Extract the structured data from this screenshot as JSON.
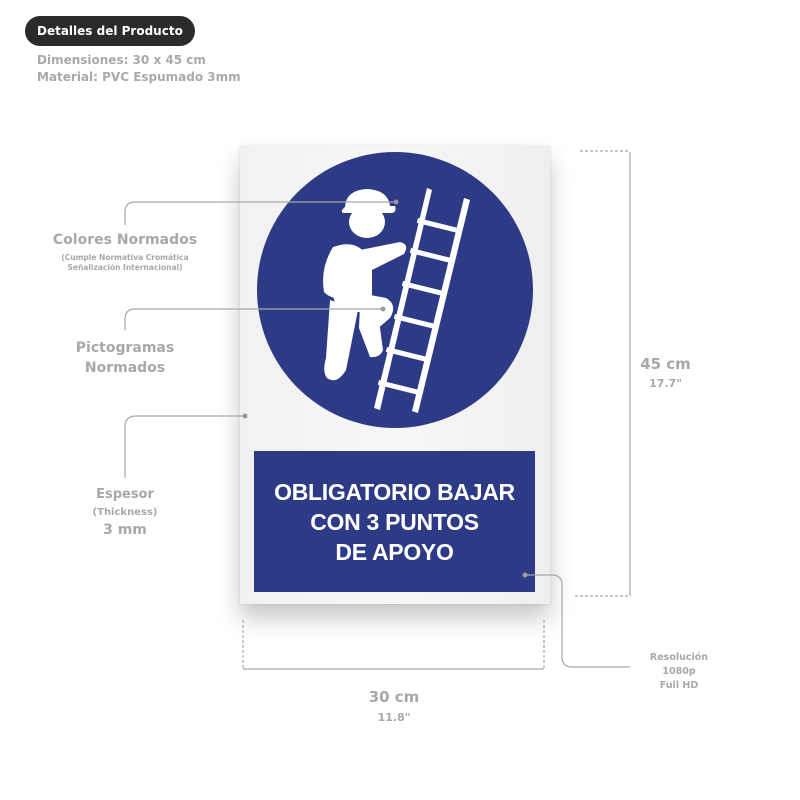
{
  "header": {
    "badge_label": "Detalles del Producto",
    "dimensions": "Dimensiones: 30 x 45 cm",
    "material": "Material: PVC Espumado 3mm"
  },
  "callouts": {
    "colors": {
      "title": "Colores Normados",
      "subtitle_line1": "(Cumple Normativa Cromática",
      "subtitle_line2": "Señalización Internacional)"
    },
    "pictograms": {
      "line1": "Pictogramas",
      "line2": "Normados"
    },
    "thickness": {
      "title": "Espesor",
      "subtitle": "(Thickness)",
      "value": "3 mm"
    },
    "resolution": {
      "line1": "Resolución",
      "line2": "1080p",
      "line3": "Full HD"
    }
  },
  "dimensions": {
    "height_cm": "45 cm",
    "height_in": "17.7\"",
    "width_cm": "30 cm",
    "width_in": "11.8\""
  },
  "sign": {
    "pictogram": "worker-climbing-ladder-icon",
    "text_line1": "OBLIGATORIO BAJAR",
    "text_line2": "CON 3 PUNTOS",
    "text_line3": "DE APOYO",
    "colors": {
      "blue": "#2d3b87",
      "white": "#ffffff",
      "background": "#f3f3f3"
    }
  }
}
